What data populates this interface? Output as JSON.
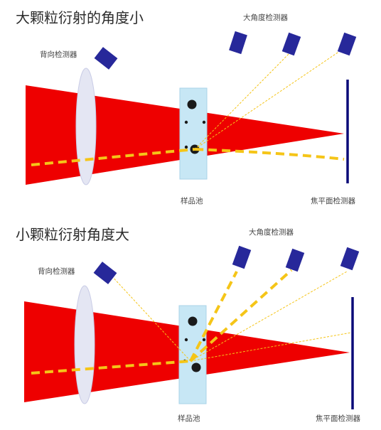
{
  "panels": [
    {
      "title": "大颗粒衍射的角度小",
      "back_detector_label": "背向检测器",
      "large_angle_label": "大角度检测器",
      "sample_cell_label": "样品池",
      "focal_detector_label": "焦平面检测器"
    },
    {
      "title": "小颗粒衍射角度大",
      "back_detector_label": "背向检测器",
      "large_angle_label": "大角度检测器",
      "sample_cell_label": "样品池",
      "focal_detector_label": "焦平面检测器"
    }
  ],
  "colors": {
    "beam": "#ee0000",
    "lens": "#e4e6f3",
    "cell": "#c7e7f5",
    "detector": "#27289a",
    "focal_plane": "#0a0a78",
    "scatter": "#f5c518",
    "particle": "#1a1a1a"
  }
}
